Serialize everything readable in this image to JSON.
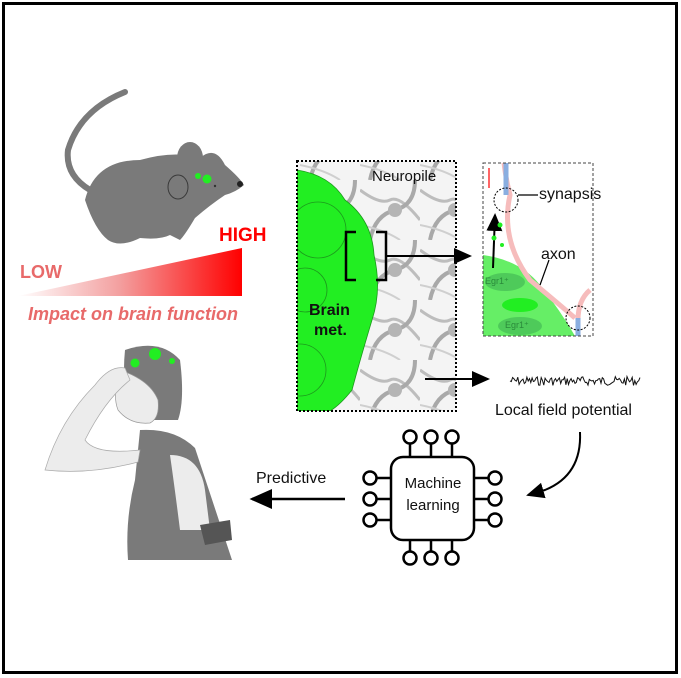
{
  "figure": {
    "title": "Brain metastasis impact on brain function",
    "labels": {
      "low": "LOW",
      "high": "HIGH",
      "impact": "Impact on brain function",
      "neuropile": "Neuropile",
      "brain_met_line1": "Brain",
      "brain_met_line2": "met.",
      "synapsis": "synapsis",
      "axon": "axon",
      "egr1_top": "Egr1⁺",
      "egr1_bottom": "Egr1⁺",
      "lfp": "Local field potential",
      "ml_line1": "Machine",
      "ml_line2": "learning",
      "predictive": "Predictive"
    },
    "colors": {
      "tumor_green": "#22ee22",
      "tumor_light": "#66ee66",
      "tumor_dark": "#44bb55",
      "red": "#ff0000",
      "low_red": "#e86a6a",
      "gray_body": "#7a7a7a",
      "axon_pink": "#f6bcbc",
      "dendrite_blue": "#8aaee0"
    },
    "icons": [
      "mouse-illustration",
      "woman-headache-illustration",
      "ml-chip-icon",
      "lfp-trace-icon"
    ]
  }
}
